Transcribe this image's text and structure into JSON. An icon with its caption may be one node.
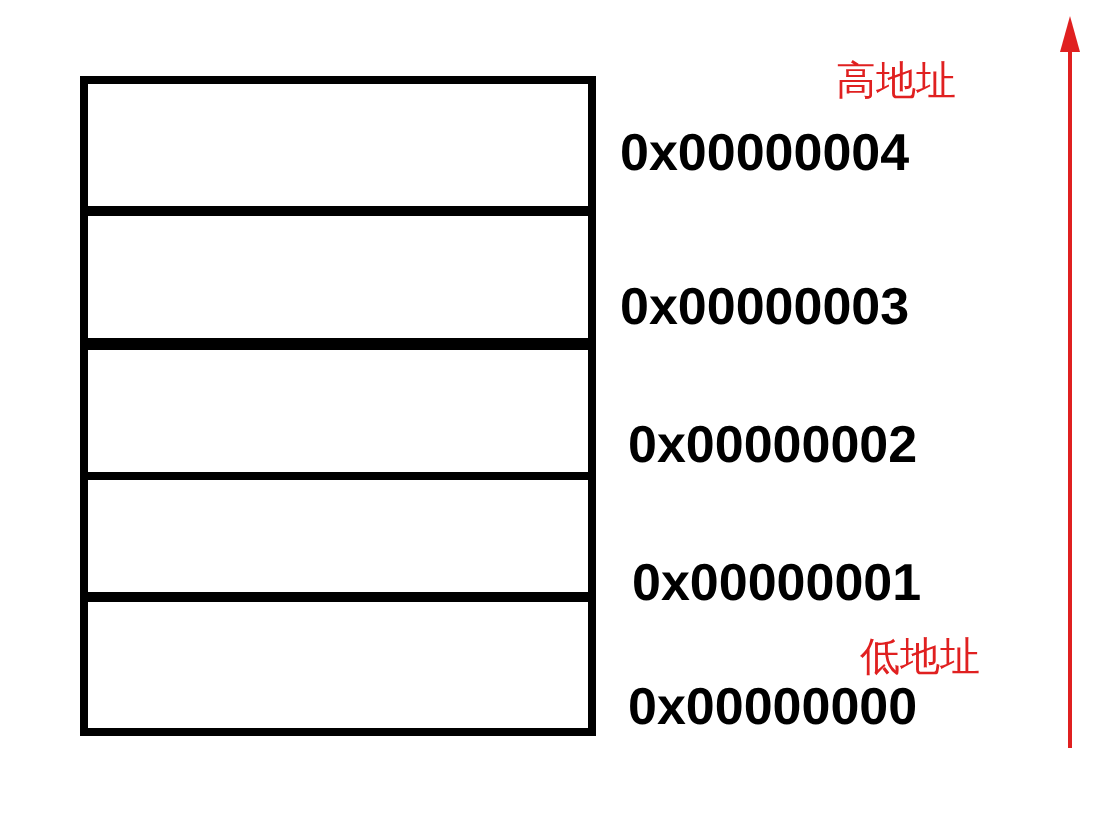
{
  "diagram": {
    "nodes": [
      {
        "text": [],
        "shape": "box",
        "beside": [
          "0x00000004"
        ]
      },
      {
        "text": [],
        "shape": "box",
        "beside": [
          "0x00000003"
        ]
      },
      {
        "text": [],
        "shape": "box",
        "beside": [
          "0x00000002"
        ]
      },
      {
        "text": [],
        "shape": "box",
        "beside": [
          "0x00000001"
        ]
      },
      {
        "text": [],
        "shape": "box",
        "beside": [
          "0x00000000"
        ]
      }
    ],
    "edges": [],
    "labels": [
      "高地址",
      "低地址"
    ]
  }
}
